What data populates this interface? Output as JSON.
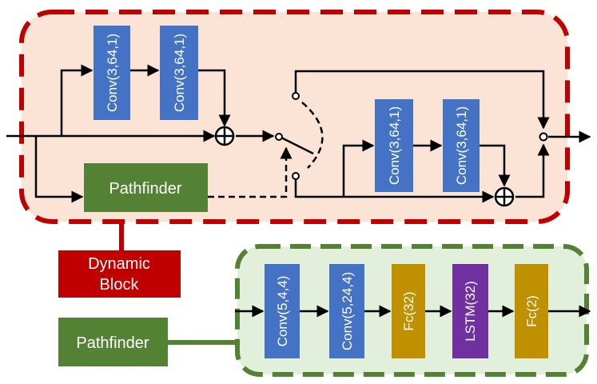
{
  "dynamic_block": {
    "conv_a1": "Conv(3,64,1)",
    "conv_a2": "Conv(3,64,1)",
    "conv_b1": "Conv(3,64,1)",
    "conv_b2": "Conv(3,64,1)",
    "pathfinder": "Pathfinder",
    "label_line1": "Dynamic",
    "label_line2": "Block"
  },
  "pathfinder_net": {
    "label": "Pathfinder",
    "layers": [
      "Conv(5,4,4)",
      "Conv(5,24,4)",
      "Fc(32)",
      "LSTM(32)",
      "Fc(2)"
    ]
  },
  "colors": {
    "conv": "#4472c4",
    "pathfinder": "#548235",
    "dynamic_label": "#c00000",
    "fc": "#bf9000",
    "lstm": "#7030a0",
    "block_fill": "#fbe3d6",
    "block_border": "#c00000",
    "net_fill": "#e2efda",
    "net_border": "#548235"
  }
}
